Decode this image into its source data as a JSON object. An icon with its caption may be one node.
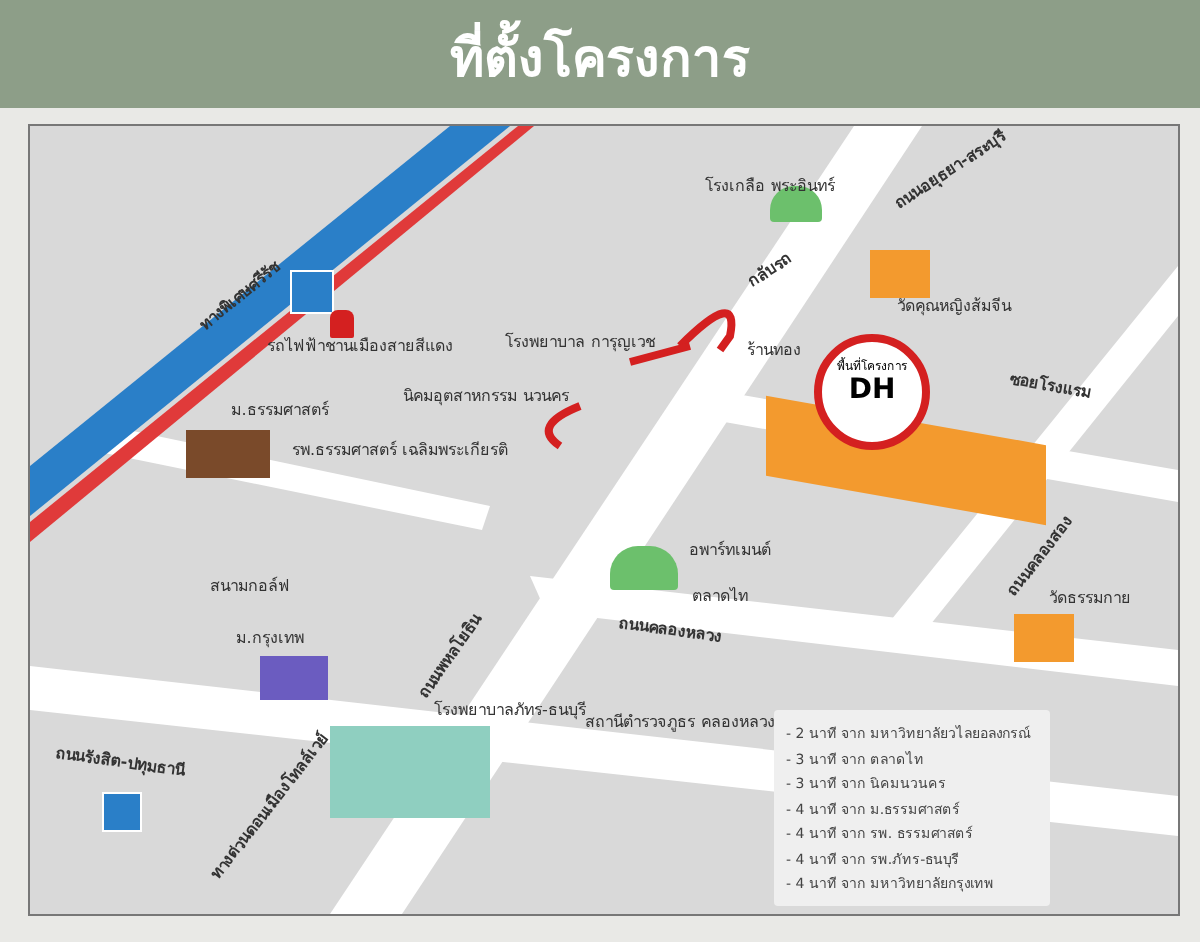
{
  "diagram": {
    "title": "ที่ตั้งโครงการ",
    "nodes": [
      {
        "text": [
          "พื้นที่โครงการ",
          "DH"
        ]
      }
    ],
    "edges": [],
    "labels": [
      "ทางพิเศษศรีรัช",
      "รถไฟฟ้าชานเมืองสายสีแดง",
      "โรงเกลือ พระอินทร์",
      "ถนนอยุธยา-สระบุรี",
      "กลับรถ",
      "วัดคุณหญิงส้มจีน",
      "โรงพยาบาล การุญเวช",
      "นิคมอุตสาหกรรม นวนคร",
      "ร้านทอง",
      "ซอยโรงแรม",
      "ม.ธรรมศาสตร์",
      "รพ.ธรรมศาสตร์ เฉลิมพระเกียรติ",
      "อพาร์ทเมนต์",
      "ถนนคลองสอง",
      "ตลาดไท",
      "สนามกอล์ฟ",
      "ม.กรุงเทพ",
      "ถนนพหลโยธิน",
      "ถนนคลองหลวง",
      "วัดธรรมกาย",
      "โรงพยาบาลภัทร-ธนบุรี",
      "สถานีตำรวจภูธร คลองหลวง",
      "ถนนรังสิต-ปทุมธานี",
      "ทางด่วนดอนเมืองโทลล์เวย์",
      "- 2 นาที จาก มหาวิทยาลัยวไลยอลงกรณ์",
      "- 3 นาที จาก ตลาดไท",
      "- 3 นาที จาก นิคมนวนคร",
      "- 4 นาที จาก ม.ธรรมศาสตร์",
      "- 4 นาที จาก รพ. ธรรมศาสตร์",
      "- 4 นาที จาก รพ.ภัทร-ธนบุรี",
      "- 4 นาที จาก มหาวิทยาลัยกรุงเทพ"
    ]
  }
}
